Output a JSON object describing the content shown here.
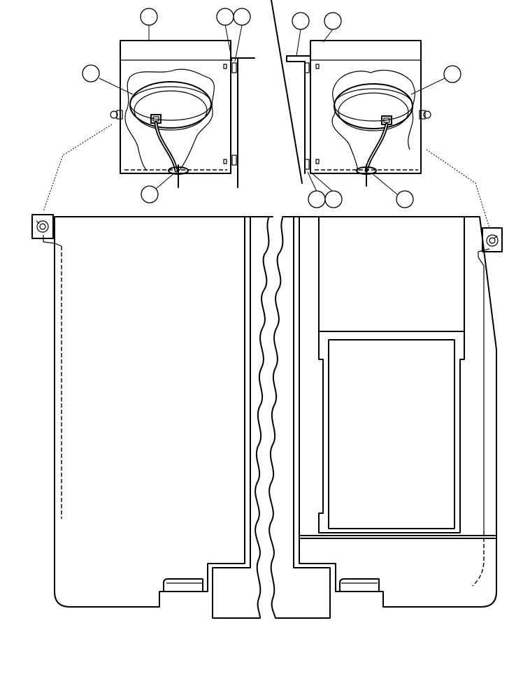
{
  "figure": {
    "description_visible_text": "",
    "callouts": [
      {
        "id": "c1",
        "label": ""
      },
      {
        "id": "c2",
        "label": ""
      },
      {
        "id": "c3",
        "label": ""
      },
      {
        "id": "c4",
        "label": ""
      },
      {
        "id": "c5",
        "label": ""
      },
      {
        "id": "c6",
        "label": ""
      },
      {
        "id": "c7",
        "label": ""
      },
      {
        "id": "c8",
        "label": ""
      },
      {
        "id": "c9",
        "label": ""
      },
      {
        "id": "c10",
        "label": ""
      },
      {
        "id": "c11",
        "label": ""
      },
      {
        "id": "c12",
        "label": ""
      }
    ]
  }
}
